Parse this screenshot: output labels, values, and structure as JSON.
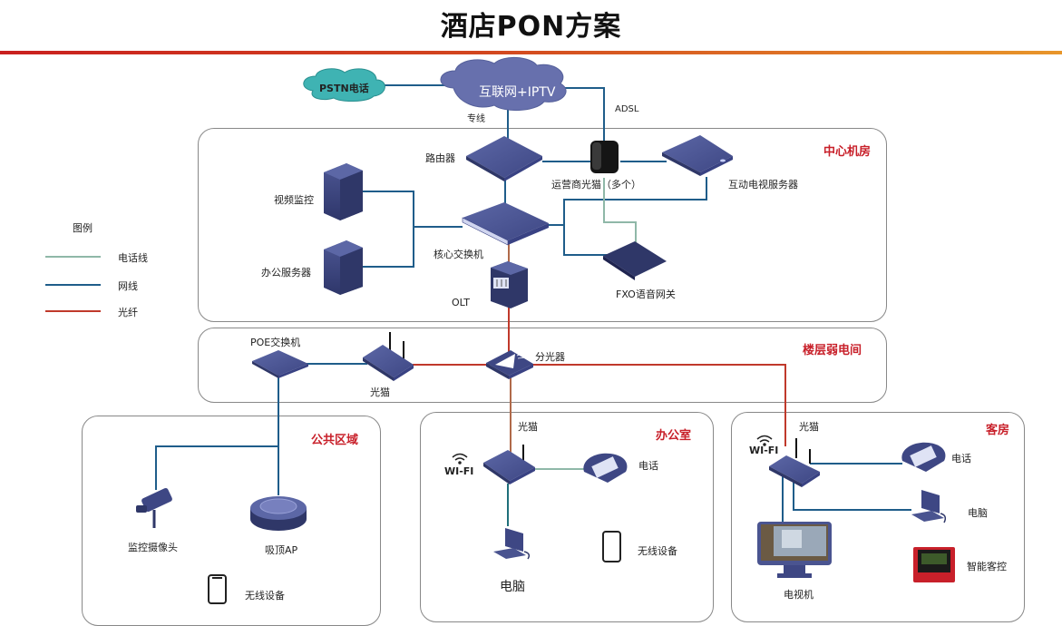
{
  "title": "酒店PON方案",
  "colors": {
    "title_rule_start": "#c9201f",
    "title_rule_end": "#e8962a",
    "zone_label": "#c8202a",
    "device_blue": "#4a5490",
    "device_dark": "#2f3768",
    "cloud_internet": "#6770ad",
    "cloud_pstn": "#3fb3b3",
    "line_phone": "#8fb8a8",
    "line_network": "#1f5d8a",
    "line_fiber": "#c0392b"
  },
  "legend": {
    "title": "图例",
    "items": [
      {
        "label": "电话线",
        "type": "phone"
      },
      {
        "label": "网线",
        "type": "network"
      },
      {
        "label": "光纤",
        "type": "fiber"
      }
    ]
  },
  "clouds": {
    "pstn": "PSTN电话",
    "internet": "互联网+IPTV"
  },
  "link_labels": {
    "dedicated_line": "专线",
    "adsl": "ADSL"
  },
  "zones": {
    "central": {
      "label": "中心机房",
      "devices": {
        "router": "路由器",
        "carrier_modem": "运营商光猫（多个）",
        "iptv_server": "互动电视服务器",
        "video_surveillance": "视频监控",
        "office_server": "办公服务器",
        "core_switch": "核心交换机",
        "olt": "OLT",
        "fxo_gateway": "FXO语音网关"
      }
    },
    "floor": {
      "label": "楼层弱电间",
      "devices": {
        "poe_switch": "POE交换机",
        "onu": "光猫",
        "splitter": "分光器"
      }
    },
    "public": {
      "label": "公共区域",
      "devices": {
        "camera": "监控摄像头",
        "ceiling_ap": "吸顶AP",
        "wireless": "无线设备"
      }
    },
    "office": {
      "label": "办公室",
      "devices": {
        "onu": "光猫",
        "wifi": "WI-FI",
        "phone": "电话",
        "pc": "电脑",
        "wireless": "无线设备"
      }
    },
    "guestroom": {
      "label": "客房",
      "devices": {
        "onu": "光猫",
        "wifi": "WI-FI",
        "phone": "电话",
        "pc": "电脑",
        "tv": "电视机",
        "smart_control": "智能客控"
      }
    }
  }
}
